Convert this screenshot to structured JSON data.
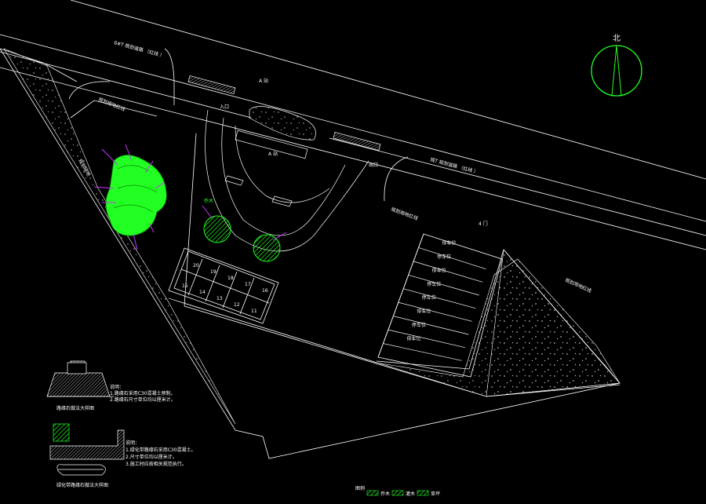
{
  "colors": {
    "background": "#000000",
    "linework": "#ffffff",
    "vegetation": "#22ff22",
    "callout": "#cc33ff"
  },
  "labels": {
    "north": "北",
    "road_top": "6#T 规划道路 （红线 ）",
    "road_right": "规T 规划道路 （红线 ）",
    "setback_left": "规划用地红线",
    "setback_mid": "规划用地红线",
    "setback_right": "规划用地红线",
    "entrance_tag": "入口",
    "exit_tag": "出口",
    "building_top": "A 站",
    "building_mid": "A 站",
    "gate_small": "4 门",
    "tree_callout": "乔木",
    "left_note": "规划绿地"
  },
  "parking": {
    "right_bays": [
      "停车位",
      "停车位",
      "停车位",
      "停车位",
      "停车位",
      "停车位",
      "停车位",
      "停车位"
    ],
    "grid_bays": [
      "20",
      "19",
      "18",
      "17",
      "16",
      "15",
      "14",
      "13",
      "12",
      "11"
    ]
  },
  "details": {
    "detail1_title": "路缘石做法大样图",
    "detail2_title": "绿化带路缘石做法大样图",
    "notes1": [
      "说明：",
      "1.路缘石采用C30混凝土预制。",
      "2.路缘石尺寸单位均以厘米计。"
    ],
    "notes2": [
      "说明：",
      "1.绿化带路缘石采用C30混凝土。",
      "2.尺寸单位均以厘米计。",
      "3.施工时应按相关规范执行。"
    ]
  },
  "legend": {
    "title": "图例",
    "items": [
      "乔木",
      "灌木",
      "草坪"
    ]
  }
}
